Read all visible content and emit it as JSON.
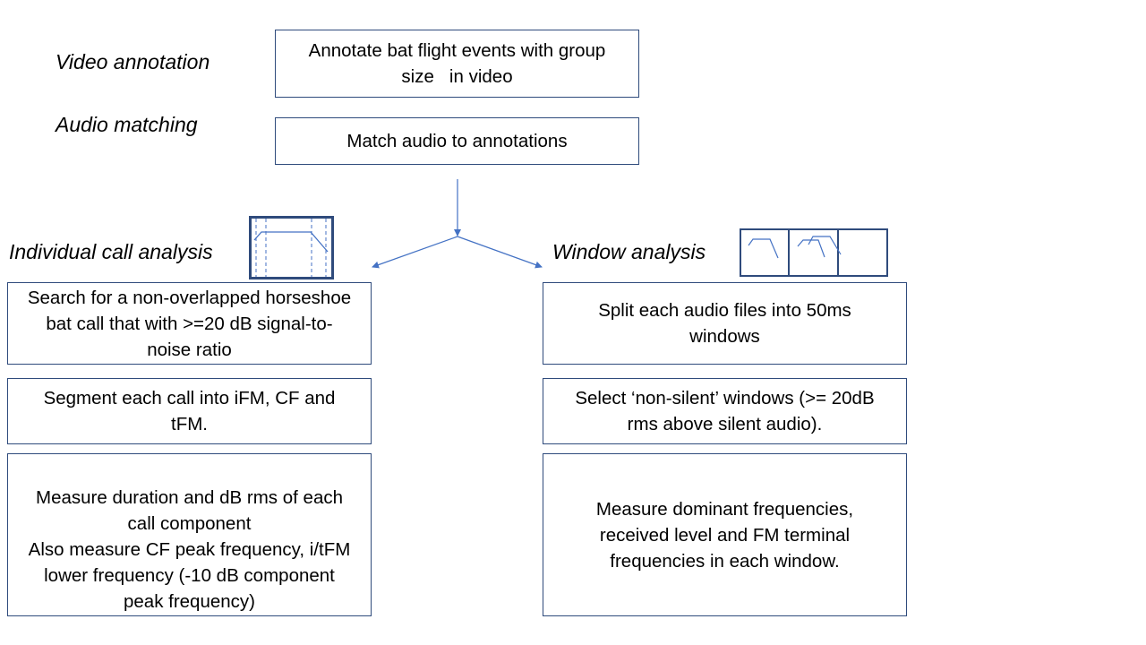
{
  "labels": {
    "video": "Video annotation",
    "audio": "Audio matching",
    "individual": "Individual call analysis",
    "window": "Window analysis"
  },
  "boxes": {
    "annotate": [
      "Annotate bat flight events with group",
      "size   in video"
    ],
    "match": [
      "Match audio to annotations"
    ],
    "search": [
      "Search for a non-overlapped horseshoe",
      "bat call that with >=20 dB signal-to-",
      "noise ratio"
    ],
    "segment": [
      "Segment each call into iFM, CF and",
      "tFM."
    ],
    "measure_call": [
      "Measure duration and dB rms of each",
      "call component",
      "Also measure CF peak frequency, i/tFM",
      "lower frequency (-10 dB component",
      "peak frequency)"
    ],
    "split": [
      "Split each audio files into 50ms",
      "windows"
    ],
    "select": [
      "Select ‘non-silent’ windows (>= 20dB",
      "rms above silent audio)."
    ],
    "measure_window": [
      "Measure dominant frequencies,",
      "received level and FM terminal",
      "frequencies in each window."
    ]
  },
  "colors": {
    "border": "#2f4b7c",
    "arrow": "#4472c4"
  },
  "icons": {
    "call": "call-spectrogram-icon",
    "window": "window-spectrogram-icon"
  }
}
